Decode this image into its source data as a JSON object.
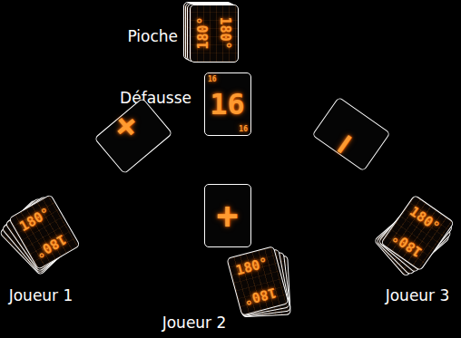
{
  "diagram": {
    "nodes": [
      {
        "text": [
          "Pioche",
          "180°",
          "180°"
        ]
      },
      {
        "text": [
          "Défausse",
          "16",
          "16",
          "16"
        ]
      },
      {
        "text": [
          "+"
        ]
      },
      {
        "text": [
          "−"
        ]
      },
      {
        "text": [
          "+"
        ]
      },
      {
        "text": [
          "Joueur 1",
          "180°",
          "180°"
        ]
      },
      {
        "text": [
          "Joueur 2",
          "180°",
          "180°"
        ]
      },
      {
        "text": [
          "Joueur 3",
          "180°",
          "180°"
        ]
      }
    ]
  }
}
